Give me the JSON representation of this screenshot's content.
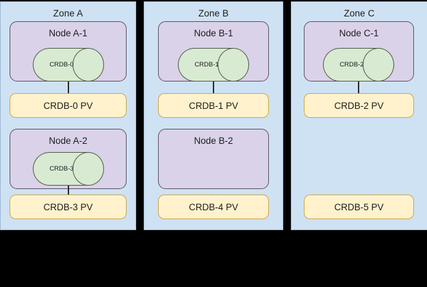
{
  "background_color": "#000000",
  "zones": [
    {
      "id": "zone-a",
      "label": "Zone A",
      "nodes": [
        {
          "label": "Node A-1",
          "pod": "CRDB-0",
          "has_pod": true
        },
        {
          "label": "Node A-2",
          "pod": "CRDB-3",
          "has_pod": true
        }
      ],
      "volumes": [
        {
          "label": "CRDB-0 PV",
          "connected": true
        },
        {
          "label": "CRDB-3 PV",
          "connected": true
        }
      ]
    },
    {
      "id": "zone-b",
      "label": "Zone B",
      "nodes": [
        {
          "label": "Node B-1",
          "pod": "CRDB-1",
          "has_pod": true
        },
        {
          "label": "Node B-2",
          "pod": "",
          "has_pod": false
        }
      ],
      "volumes": [
        {
          "label": "CRDB-1 PV",
          "connected": true
        },
        {
          "label": "CRDB-4 PV",
          "connected": false
        }
      ]
    },
    {
      "id": "zone-c",
      "label": "Zone C",
      "nodes": [
        {
          "label": "Node C-1",
          "pod": "CRDB-2",
          "has_pod": true
        }
      ],
      "volumes": [
        {
          "label": "CRDB-2 PV",
          "connected": true
        },
        {
          "label": "CRDB-5 PV",
          "connected": false
        }
      ]
    }
  ],
  "colors": {
    "zone_fill": "#cfe2f3",
    "zone_stroke": "#9bb7d4",
    "node_fill": "#d9d2e9",
    "node_stroke": "#5b5168",
    "pod_fill": "#d9ead3",
    "pod_stroke": "#4f5b46",
    "pv_fill": "#fff2cc",
    "pv_stroke": "#c9a84c",
    "connector": "#2a2a2a"
  }
}
